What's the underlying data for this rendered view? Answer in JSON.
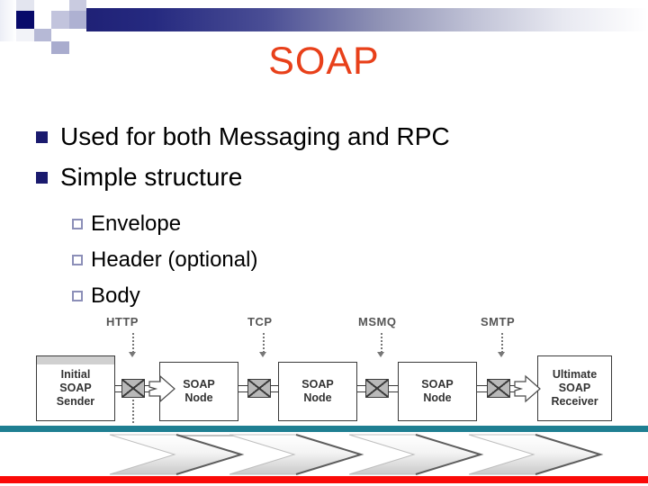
{
  "slide": {
    "title": "SOAP",
    "title_color": "#e8401a",
    "accent_navy": "#1a1a6e",
    "accent_teal": "#1f7f92",
    "accent_red": "#fa0a08"
  },
  "bullets": {
    "level1": [
      {
        "text": "Used for both Messaging and RPC"
      },
      {
        "text": "Simple structure"
      }
    ],
    "level2": [
      {
        "text": "Envelope"
      },
      {
        "text": "Header (optional)"
      },
      {
        "text": "Body"
      }
    ]
  },
  "diagram": {
    "protocols": [
      {
        "label": "HTTP"
      },
      {
        "label": "TCP"
      },
      {
        "label": "MSMQ"
      },
      {
        "label": "SMTP"
      }
    ],
    "nodes": [
      {
        "lines": [
          "Initial",
          "SOAP",
          "Sender"
        ]
      },
      {
        "lines": [
          "SOAP",
          "Node"
        ]
      },
      {
        "lines": [
          "SOAP",
          "Node"
        ]
      },
      {
        "lines": [
          "SOAP",
          "Node"
        ]
      },
      {
        "lines": [
          "Ultimate",
          "SOAP",
          "Receiver"
        ]
      }
    ],
    "envelope_icon": "envelope-icon"
  }
}
